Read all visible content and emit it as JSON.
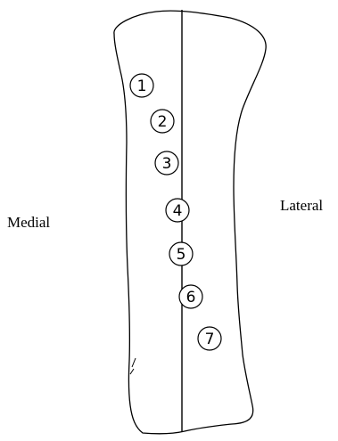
{
  "labels": {
    "medial": "Medial",
    "lateral": "Lateral"
  },
  "markers": [
    {
      "number": "1"
    },
    {
      "number": "2"
    },
    {
      "number": "3"
    },
    {
      "number": "4"
    },
    {
      "number": "5"
    },
    {
      "number": "6"
    },
    {
      "number": "7"
    }
  ],
  "colors": {
    "outline": "#000000",
    "background": "#ffffff"
  }
}
